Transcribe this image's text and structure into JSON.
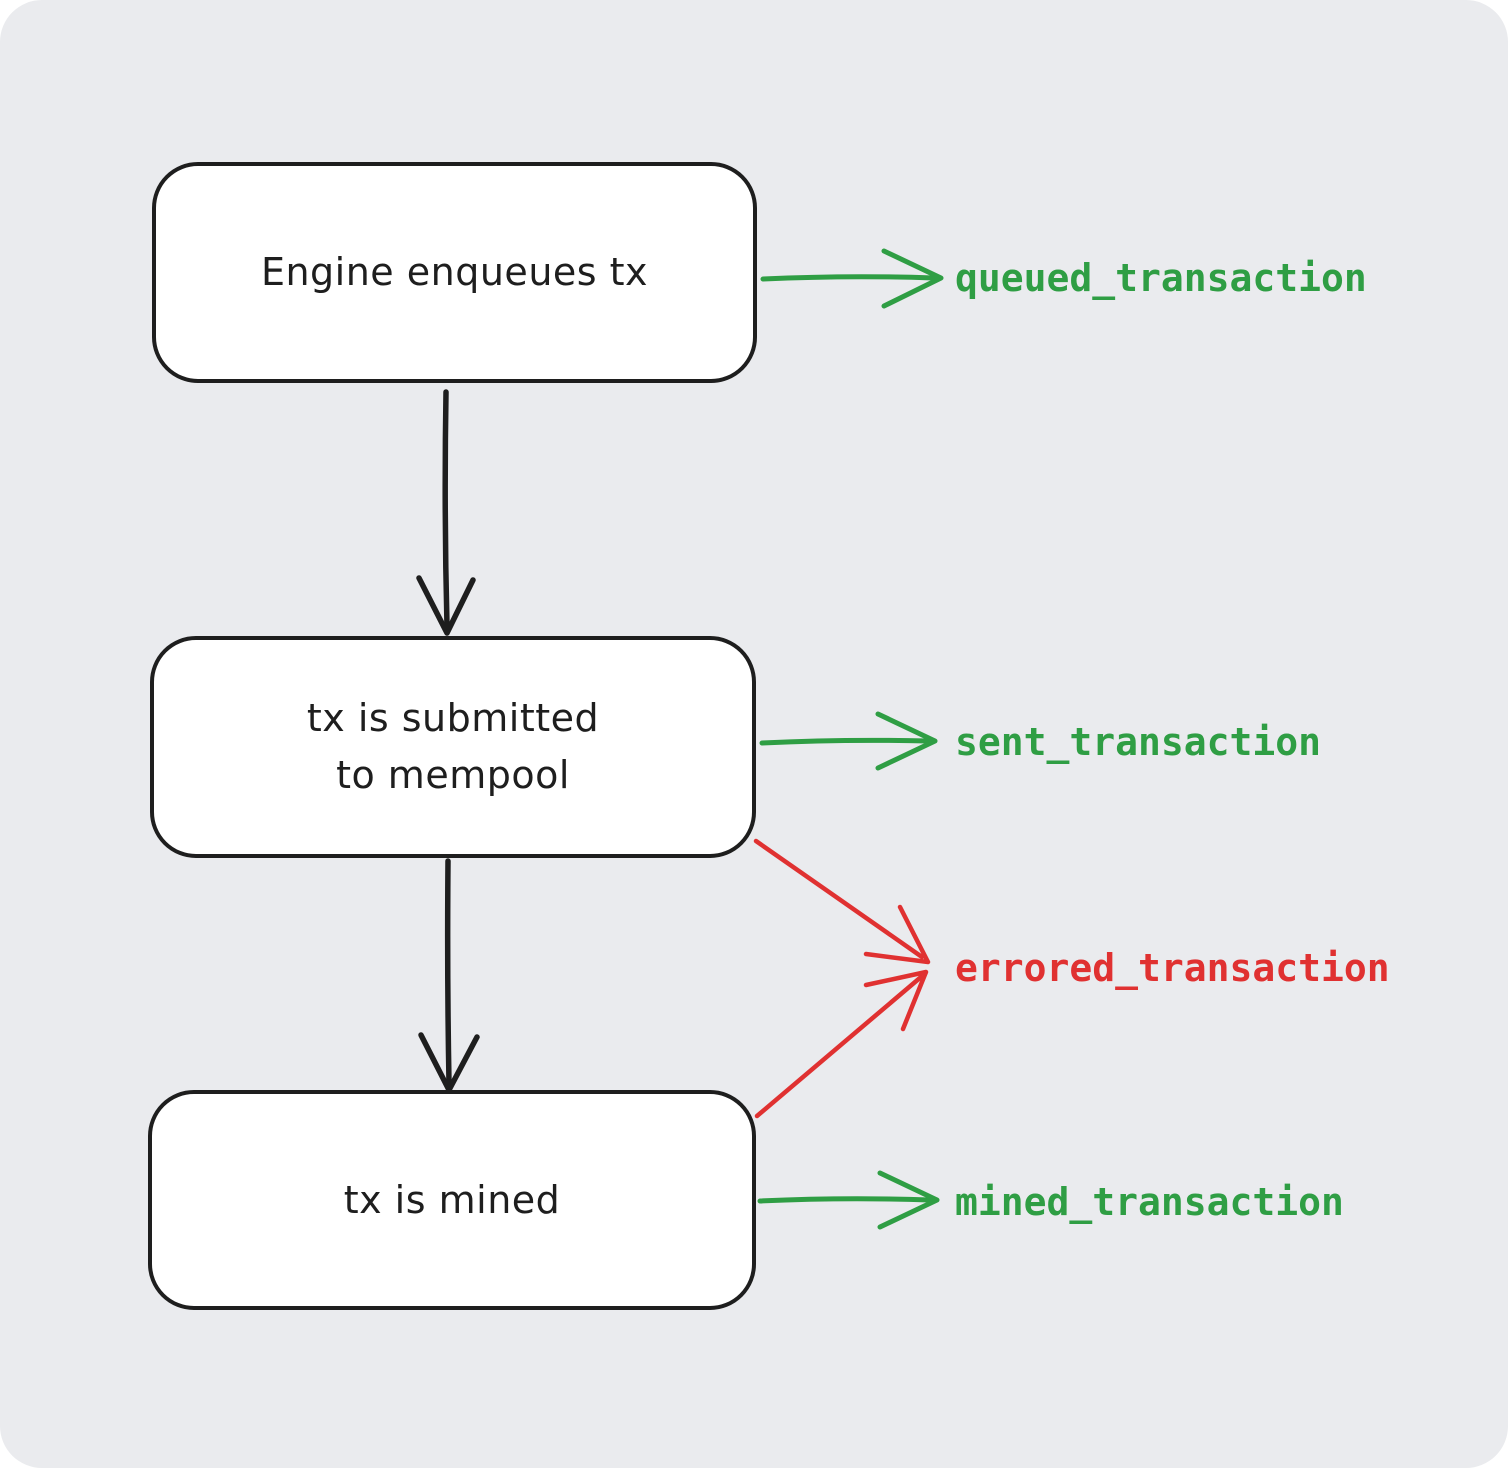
{
  "diagram": {
    "background_color": "#eaebee",
    "node_fill": "#ffffff",
    "stroke_color": "#1e1e1e",
    "green": "#2f9e44",
    "red": "#e03131",
    "nodes": [
      {
        "id": "engine-enqueues-tx",
        "label": "Engine enqueues tx"
      },
      {
        "id": "tx-submitted-to-mempool",
        "label": "tx is submitted to mempool",
        "line1": "tx is submitted",
        "line2": "to mempool"
      },
      {
        "id": "tx-is-mined",
        "label": "tx is mined"
      }
    ],
    "event_labels": [
      {
        "id": "queued_transaction",
        "label": "queued_transaction",
        "color": "#2f9e44"
      },
      {
        "id": "sent_transaction",
        "label": "sent_transaction",
        "color": "#2f9e44"
      },
      {
        "id": "errored_transaction",
        "label": "errored_transaction",
        "color": "#e03131"
      },
      {
        "id": "mined_transaction",
        "label": "mined_transaction",
        "color": "#2f9e44"
      }
    ],
    "edges": [
      {
        "from": "Engine enqueues tx",
        "to": "tx is submitted to mempool",
        "kind": "flow",
        "color": "#1e1e1e"
      },
      {
        "from": "tx is submitted to mempool",
        "to": "tx is mined",
        "kind": "flow",
        "color": "#1e1e1e"
      },
      {
        "from": "Engine enqueues tx",
        "to": "queued_transaction",
        "kind": "event",
        "color": "#2f9e44"
      },
      {
        "from": "tx is submitted to mempool",
        "to": "sent_transaction",
        "kind": "event",
        "color": "#2f9e44"
      },
      {
        "from": "tx is submitted to mempool",
        "to": "errored_transaction",
        "kind": "event",
        "color": "#e03131"
      },
      {
        "from": "tx is mined",
        "to": "errored_transaction",
        "kind": "event",
        "color": "#e03131"
      },
      {
        "from": "tx is mined",
        "to": "mined_transaction",
        "kind": "event",
        "color": "#2f9e44"
      }
    ]
  }
}
